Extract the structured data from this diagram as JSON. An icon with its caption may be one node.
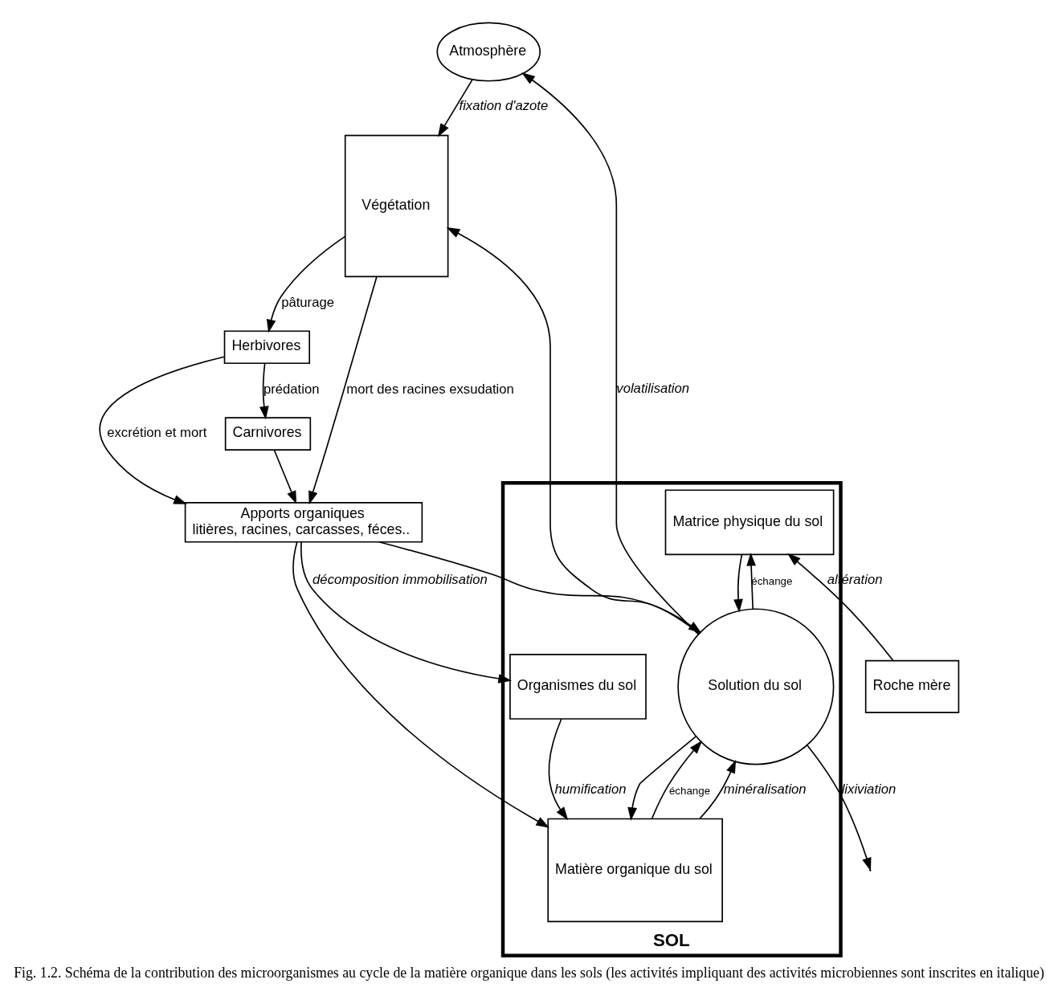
{
  "diagram": {
    "caption": "Fig. 1.2. Schéma de la contribution des microorganismes au cycle de la matière organique dans les sols (les activités impliquant des activités microbiennes sont inscrites en italique)",
    "nodes": [
      {
        "text": [
          "Atmosphère"
        ]
      },
      {
        "text": [
          "Végétation"
        ]
      },
      {
        "text": [
          "Herbivores"
        ]
      },
      {
        "text": [
          "Carnivores"
        ]
      },
      {
        "text": [
          "Apports organiques",
          "litières, racines, carcasses, féces.."
        ]
      },
      {
        "text": [
          "SOL"
        ]
      },
      {
        "text": [
          "Matrice physique du sol"
        ],
        "in": 5
      },
      {
        "text": [
          "Solution du sol"
        ],
        "in": 5
      },
      {
        "text": [
          "Matière organique du sol"
        ],
        "in": 5
      },
      {
        "text": [
          "Organismes du sol"
        ],
        "in": 5
      },
      {
        "text": [
          "Roche mère"
        ]
      }
    ],
    "edges": [
      {
        "from": 0,
        "to": 1,
        "arrow": "to",
        "label": "fixation d'azote"
      },
      {
        "from": 7,
        "to": 0,
        "arrow": "to",
        "label": "volatilisation"
      },
      {
        "from": 1,
        "to": 2,
        "arrow": "to",
        "label": "pâturage"
      },
      {
        "from": 2,
        "to": 3,
        "arrow": "to",
        "label": "prédation"
      },
      {
        "from": 1,
        "to": 4,
        "arrow": "to",
        "label": "mort des racines exsudation"
      },
      {
        "from": 2,
        "to": 4,
        "arrow": "to",
        "label": "excrétion et mort"
      },
      {
        "from": 3,
        "to": 4,
        "arrow": "to"
      },
      {
        "from": 7,
        "to": 1,
        "arrow": "to"
      },
      {
        "from": 4,
        "to": 7,
        "arrow": "to"
      },
      {
        "from": 4,
        "to": 8,
        "arrow": "to"
      },
      {
        "from": 4,
        "to": 9,
        "arrow": "to",
        "label": "décomposition immobilisation"
      },
      {
        "from": 6,
        "to": 7,
        "arrow": "to"
      },
      {
        "from": 7,
        "to": 6,
        "arrow": "to",
        "label": "échange"
      },
      {
        "from": 7,
        "to": 8,
        "arrow": "to"
      },
      {
        "from": 8,
        "to": 7,
        "arrow": "to",
        "label": "échange"
      },
      {
        "from": 8,
        "to": 7,
        "arrow": "to",
        "label": "minéralisation"
      },
      {
        "from": 9,
        "to": 8,
        "arrow": "to",
        "label": "humification"
      },
      {
        "from": 10,
        "to": 6,
        "arrow": "to",
        "label": "altération"
      },
      {
        "from": 7,
        "to": null,
        "arrow": "to",
        "label": "lixiviation"
      }
    ]
  }
}
